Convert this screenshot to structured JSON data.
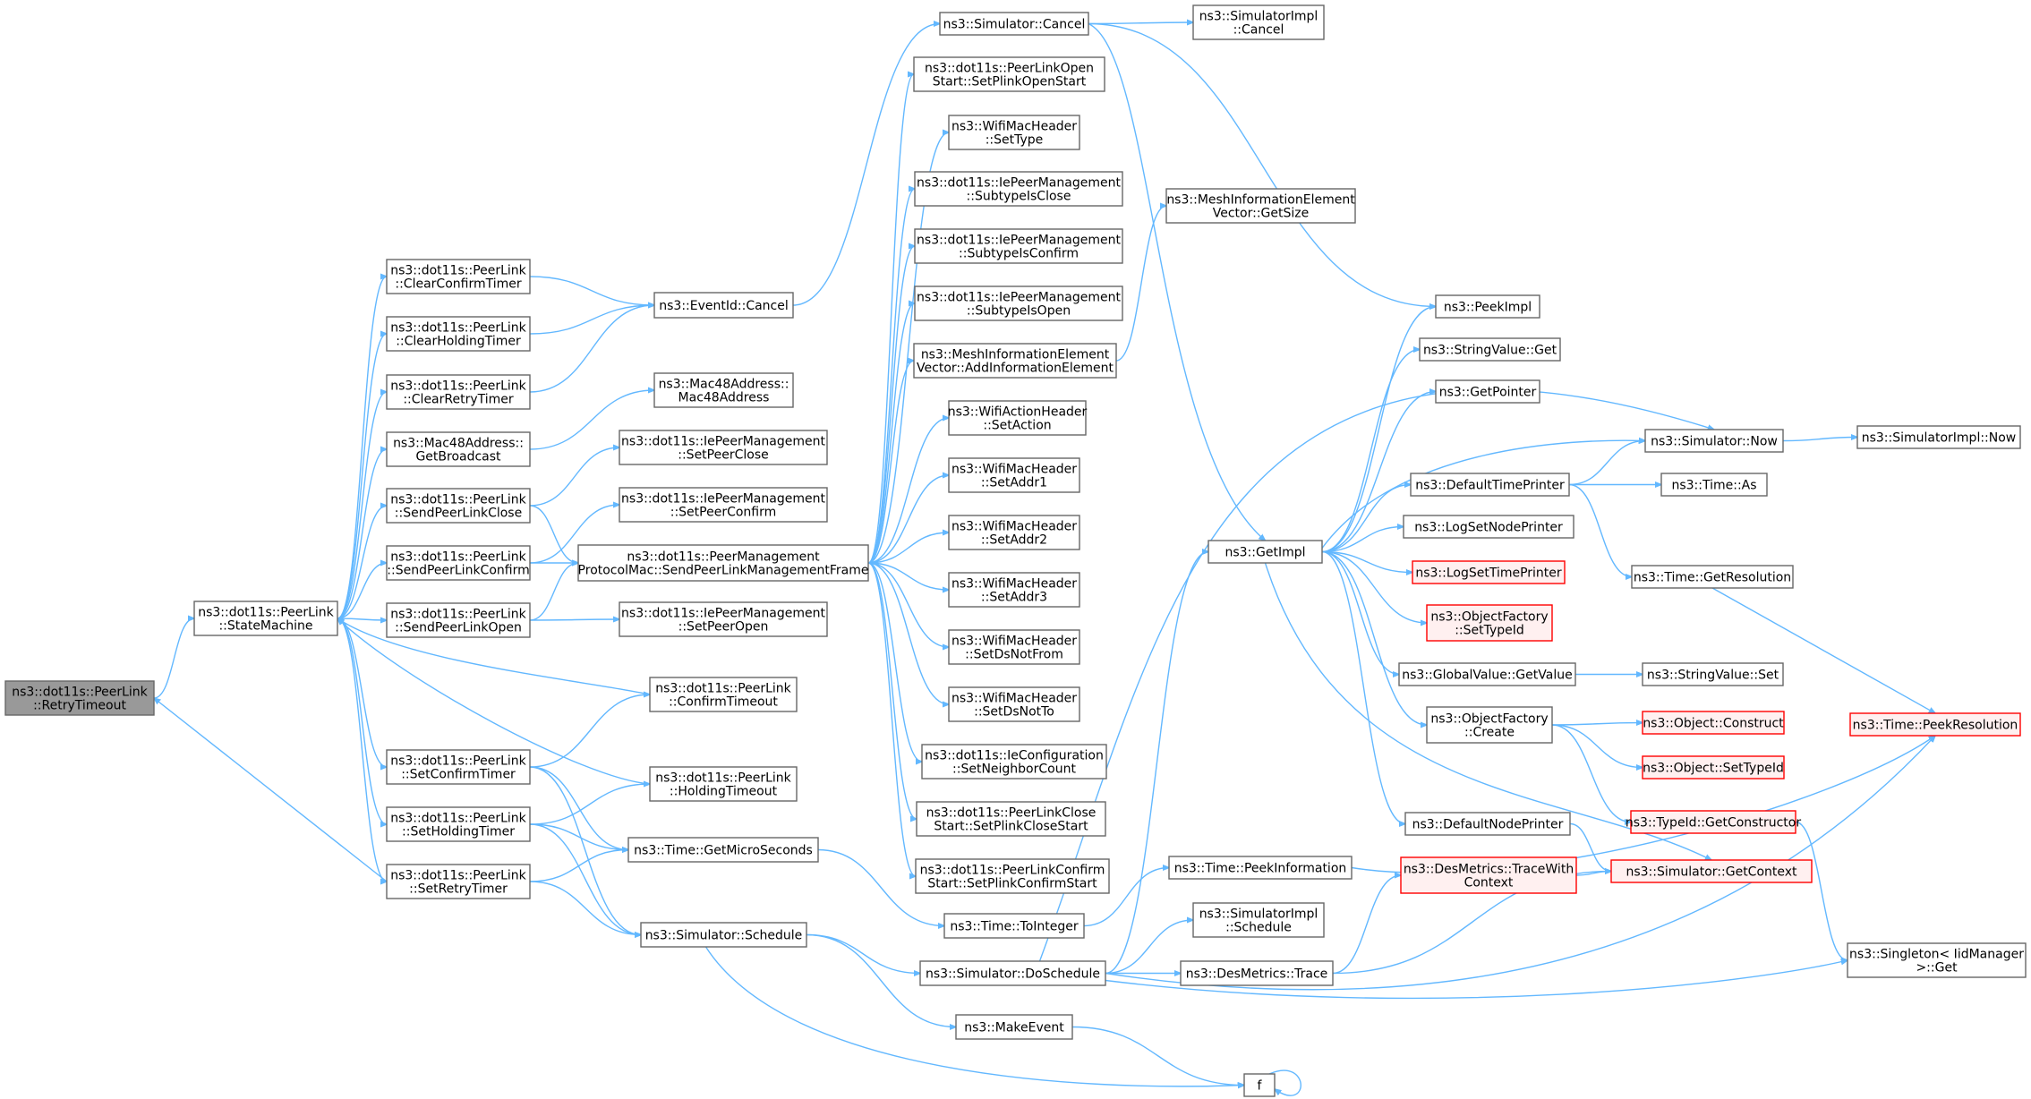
{
  "colors": {
    "edge": "#63b8ff",
    "root_fill": "#999999",
    "node_border": "#666666",
    "missing_border": "#ff0000",
    "missing_fill": "#fff0f0"
  },
  "nodes": [
    {
      "id": "retrytimeout",
      "lines": [
        "ns3::dot11s::PeerLink",
        "::RetryTimeout"
      ],
      "style": "root"
    },
    {
      "id": "statemachine",
      "lines": [
        "ns3::dot11s::PeerLink",
        "::StateMachine"
      ]
    },
    {
      "id": "clearconfirmtimer",
      "lines": [
        "ns3::dot11s::PeerLink",
        "::ClearConfirmTimer"
      ]
    },
    {
      "id": "clearholdingtimer",
      "lines": [
        "ns3::dot11s::PeerLink",
        "::ClearHoldingTimer"
      ]
    },
    {
      "id": "clearretrytimer",
      "lines": [
        "ns3::dot11s::PeerLink",
        "::ClearRetryTimer"
      ]
    },
    {
      "id": "getbroadcast",
      "lines": [
        "ns3::Mac48Address::",
        "GetBroadcast"
      ]
    },
    {
      "id": "sendpeerlinkclose",
      "lines": [
        "ns3::dot11s::PeerLink",
        "::SendPeerLinkClose"
      ]
    },
    {
      "id": "sendpeerlinkconfirm",
      "lines": [
        "ns3::dot11s::PeerLink",
        "::SendPeerLinkConfirm"
      ]
    },
    {
      "id": "sendpeerlinkopen",
      "lines": [
        "ns3::dot11s::PeerLink",
        "::SendPeerLinkOpen"
      ]
    },
    {
      "id": "setconfirmtimer",
      "lines": [
        "ns3::dot11s::PeerLink",
        "::SetConfirmTimer"
      ]
    },
    {
      "id": "setholdingtimer",
      "lines": [
        "ns3::dot11s::PeerLink",
        "::SetHoldingTimer"
      ]
    },
    {
      "id": "setretrytimer",
      "lines": [
        "ns3::dot11s::PeerLink",
        "::SetRetryTimer"
      ]
    },
    {
      "id": "eventidcancel",
      "lines": [
        "ns3::EventId::Cancel"
      ]
    },
    {
      "id": "mac48address",
      "lines": [
        "ns3::Mac48Address::",
        "Mac48Address"
      ]
    },
    {
      "id": "setpeerclose",
      "lines": [
        "ns3::dot11s::IePeerManagement",
        "::SetPeerClose"
      ]
    },
    {
      "id": "setpeerconfirm",
      "lines": [
        "ns3::dot11s::IePeerManagement",
        "::SetPeerConfirm"
      ]
    },
    {
      "id": "sendmgmtframe",
      "lines": [
        "ns3::dot11s::PeerManagement",
        "ProtocolMac::SendPeerLinkManagementFrame"
      ]
    },
    {
      "id": "setpeeropen",
      "lines": [
        "ns3::dot11s::IePeerManagement",
        "::SetPeerOpen"
      ]
    },
    {
      "id": "confirmtimeout",
      "lines": [
        "ns3::dot11s::PeerLink",
        "::ConfirmTimeout"
      ]
    },
    {
      "id": "holdingtimeout",
      "lines": [
        "ns3::dot11s::PeerLink",
        "::HoldingTimeout"
      ]
    },
    {
      "id": "getmicroseconds",
      "lines": [
        "ns3::Time::GetMicroSeconds"
      ]
    },
    {
      "id": "schedule",
      "lines": [
        "ns3::Simulator::Schedule"
      ]
    },
    {
      "id": "simcancel",
      "lines": [
        "ns3::Simulator::Cancel"
      ]
    },
    {
      "id": "setplinkopenstart",
      "lines": [
        "ns3::dot11s::PeerLinkOpen",
        "Start::SetPlinkOpenStart"
      ]
    },
    {
      "id": "settype",
      "lines": [
        "ns3::WifiMacHeader",
        "::SetType"
      ]
    },
    {
      "id": "subtypeisclose",
      "lines": [
        "ns3::dot11s::IePeerManagement",
        "::SubtypeIsClose"
      ]
    },
    {
      "id": "subtypeisconfirm",
      "lines": [
        "ns3::dot11s::IePeerManagement",
        "::SubtypeIsConfirm"
      ]
    },
    {
      "id": "subtypeisopen",
      "lines": [
        "ns3::dot11s::IePeerManagement",
        "::SubtypeIsOpen"
      ]
    },
    {
      "id": "addinfoelement",
      "lines": [
        "ns3::MeshInformationElement",
        "Vector::AddInformationElement"
      ]
    },
    {
      "id": "setaction",
      "lines": [
        "ns3::WifiActionHeader",
        "::SetAction"
      ]
    },
    {
      "id": "setaddr1",
      "lines": [
        "ns3::WifiMacHeader",
        "::SetAddr1"
      ]
    },
    {
      "id": "setaddr2",
      "lines": [
        "ns3::WifiMacHeader",
        "::SetAddr2"
      ]
    },
    {
      "id": "setaddr3",
      "lines": [
        "ns3::WifiMacHeader",
        "::SetAddr3"
      ]
    },
    {
      "id": "setdsnotfrom",
      "lines": [
        "ns3::WifiMacHeader",
        "::SetDsNotFrom"
      ]
    },
    {
      "id": "setdsnotto",
      "lines": [
        "ns3::WifiMacHeader",
        "::SetDsNotTo"
      ]
    },
    {
      "id": "setneighborcount",
      "lines": [
        "ns3::dot11s::IeConfiguration",
        "::SetNeighborCount"
      ]
    },
    {
      "id": "setplinkclosestart",
      "lines": [
        "ns3::dot11s::PeerLinkClose",
        "Start::SetPlinkCloseStart"
      ]
    },
    {
      "id": "setplinkconfirmstart",
      "lines": [
        "ns3::dot11s::PeerLinkConfirm",
        "Start::SetPlinkConfirmStart"
      ]
    },
    {
      "id": "tointeger",
      "lines": [
        "ns3::Time::ToInteger"
      ]
    },
    {
      "id": "doschedule",
      "lines": [
        "ns3::Simulator::DoSchedule"
      ]
    },
    {
      "id": "makeevent",
      "lines": [
        "ns3::MakeEvent"
      ]
    },
    {
      "id": "f",
      "lines": [
        "f"
      ]
    },
    {
      "id": "simimplcancel",
      "lines": [
        "ns3::SimulatorImpl",
        "::Cancel"
      ]
    },
    {
      "id": "getsize",
      "lines": [
        "ns3::MeshInformationElement",
        "Vector::GetSize"
      ]
    },
    {
      "id": "getimpl",
      "lines": [
        "ns3::GetImpl"
      ]
    },
    {
      "id": "peekinformation",
      "lines": [
        "ns3::Time::PeekInformation"
      ]
    },
    {
      "id": "simimplschedule",
      "lines": [
        "ns3::SimulatorImpl",
        "::Schedule"
      ]
    },
    {
      "id": "desmetricstrace",
      "lines": [
        "ns3::DesMetrics::Trace"
      ]
    },
    {
      "id": "peekimpl",
      "lines": [
        "ns3::PeekImpl"
      ]
    },
    {
      "id": "stringvalueget",
      "lines": [
        "ns3::StringValue::Get"
      ]
    },
    {
      "id": "getpointer",
      "lines": [
        "ns3::GetPointer"
      ]
    },
    {
      "id": "defaulttimeprinter",
      "lines": [
        "ns3::DefaultTimePrinter"
      ]
    },
    {
      "id": "logsetnodeprinter",
      "lines": [
        "ns3::LogSetNodePrinter"
      ]
    },
    {
      "id": "logsettimeprinter",
      "lines": [
        "ns3::LogSetTimePrinter"
      ],
      "style": "red"
    },
    {
      "id": "objfactorysettypeid",
      "lines": [
        "ns3::ObjectFactory",
        "::SetTypeId"
      ],
      "style": "red"
    },
    {
      "id": "globalvaluegetvalue",
      "lines": [
        "ns3::GlobalValue::GetValue"
      ]
    },
    {
      "id": "objfactorycreate",
      "lines": [
        "ns3::ObjectFactory",
        "::Create"
      ]
    },
    {
      "id": "defaultnodeprinter",
      "lines": [
        "ns3::DefaultNodePrinter"
      ]
    },
    {
      "id": "tracewithcontext",
      "lines": [
        "ns3::DesMetrics::TraceWith",
        "Context"
      ],
      "style": "red"
    },
    {
      "id": "simnow",
      "lines": [
        "ns3::Simulator::Now"
      ]
    },
    {
      "id": "timeas",
      "lines": [
        "ns3::Time::As"
      ]
    },
    {
      "id": "getresolution",
      "lines": [
        "ns3::Time::GetResolution"
      ]
    },
    {
      "id": "stringvalueset",
      "lines": [
        "ns3::StringValue::Set"
      ]
    },
    {
      "id": "objectconstruct",
      "lines": [
        "ns3::Object::Construct"
      ],
      "style": "red"
    },
    {
      "id": "objectsettypeid",
      "lines": [
        "ns3::Object::SetTypeId"
      ],
      "style": "red"
    },
    {
      "id": "getconstructor",
      "lines": [
        "ns3::TypeId::GetConstructor"
      ],
      "style": "red"
    },
    {
      "id": "getcontext",
      "lines": [
        "ns3::Simulator::GetContext"
      ],
      "style": "red"
    },
    {
      "id": "simimplnow",
      "lines": [
        "ns3::SimulatorImpl::Now"
      ]
    },
    {
      "id": "peekresolution",
      "lines": [
        "ns3::Time::PeekResolution"
      ],
      "style": "red"
    },
    {
      "id": "singletonget",
      "lines": [
        "ns3::Singleton< IidManager",
        ">::Get"
      ]
    }
  ],
  "edges": [
    [
      "retrytimeout",
      "statemachine"
    ],
    [
      "statemachine",
      "clearconfirmtimer"
    ],
    [
      "statemachine",
      "clearholdingtimer"
    ],
    [
      "statemachine",
      "clearretrytimer"
    ],
    [
      "statemachine",
      "getbroadcast"
    ],
    [
      "statemachine",
      "sendpeerlinkclose"
    ],
    [
      "statemachine",
      "sendpeerlinkconfirm"
    ],
    [
      "statemachine",
      "sendpeerlinkopen"
    ],
    [
      "statemachine",
      "setconfirmtimer"
    ],
    [
      "statemachine",
      "setholdingtimer"
    ],
    [
      "statemachine",
      "setretrytimer"
    ],
    [
      "clearconfirmtimer",
      "eventidcancel"
    ],
    [
      "clearholdingtimer",
      "eventidcancel"
    ],
    [
      "clearretrytimer",
      "eventidcancel"
    ],
    [
      "getbroadcast",
      "mac48address"
    ],
    [
      "sendpeerlinkclose",
      "setpeerclose"
    ],
    [
      "sendpeerlinkclose",
      "sendmgmtframe"
    ],
    [
      "sendpeerlinkconfirm",
      "setpeerconfirm"
    ],
    [
      "sendpeerlinkconfirm",
      "sendmgmtframe"
    ],
    [
      "sendpeerlinkopen",
      "sendmgmtframe"
    ],
    [
      "sendpeerlinkopen",
      "setpeeropen"
    ],
    [
      "confirmtimeout",
      "statemachine"
    ],
    [
      "holdingtimeout",
      "statemachine"
    ],
    [
      "setretrytimer",
      "retrytimeout"
    ],
    [
      "setconfirmtimer",
      "confirmtimeout"
    ],
    [
      "setconfirmtimer",
      "getmicroseconds"
    ],
    [
      "setconfirmtimer",
      "schedule"
    ],
    [
      "setholdingtimer",
      "holdingtimeout"
    ],
    [
      "setholdingtimer",
      "getmicroseconds"
    ],
    [
      "setholdingtimer",
      "schedule"
    ],
    [
      "setretrytimer",
      "getmicroseconds"
    ],
    [
      "setretrytimer",
      "schedule"
    ],
    [
      "eventidcancel",
      "simcancel"
    ],
    [
      "sendmgmtframe",
      "setplinkopenstart"
    ],
    [
      "sendmgmtframe",
      "settype"
    ],
    [
      "sendmgmtframe",
      "subtypeisclose"
    ],
    [
      "sendmgmtframe",
      "subtypeisconfirm"
    ],
    [
      "sendmgmtframe",
      "subtypeisopen"
    ],
    [
      "sendmgmtframe",
      "addinfoelement"
    ],
    [
      "sendmgmtframe",
      "setaction"
    ],
    [
      "sendmgmtframe",
      "setaddr1"
    ],
    [
      "sendmgmtframe",
      "setaddr2"
    ],
    [
      "sendmgmtframe",
      "setaddr3"
    ],
    [
      "sendmgmtframe",
      "setdsnotfrom"
    ],
    [
      "sendmgmtframe",
      "setdsnotto"
    ],
    [
      "sendmgmtframe",
      "setneighborcount"
    ],
    [
      "sendmgmtframe",
      "setplinkclosestart"
    ],
    [
      "sendmgmtframe",
      "setplinkconfirmstart"
    ],
    [
      "getmicroseconds",
      "tointeger"
    ],
    [
      "schedule",
      "doschedule"
    ],
    [
      "schedule",
      "makeevent"
    ],
    [
      "schedule",
      "f"
    ],
    [
      "makeevent",
      "f"
    ],
    [
      "f",
      "f"
    ],
    [
      "simcancel",
      "simimplcancel"
    ],
    [
      "simcancel",
      "getimpl"
    ],
    [
      "simcancel",
      "peekimpl"
    ],
    [
      "addinfoelement",
      "getsize"
    ],
    [
      "tointeger",
      "peekinformation"
    ],
    [
      "doschedule",
      "getimpl"
    ],
    [
      "doschedule",
      "simnow"
    ],
    [
      "doschedule",
      "simimplschedule"
    ],
    [
      "doschedule",
      "desmetricstrace"
    ],
    [
      "doschedule",
      "peekresolution"
    ],
    [
      "doschedule",
      "singletonget"
    ],
    [
      "getimpl",
      "peekimpl"
    ],
    [
      "getimpl",
      "stringvalueget"
    ],
    [
      "getimpl",
      "getpointer"
    ],
    [
      "getimpl",
      "defaulttimeprinter"
    ],
    [
      "getimpl",
      "logsetnodeprinter"
    ],
    [
      "getimpl",
      "logsettimeprinter"
    ],
    [
      "getimpl",
      "objfactorysettypeid"
    ],
    [
      "getimpl",
      "globalvaluegetvalue"
    ],
    [
      "getimpl",
      "objfactorycreate"
    ],
    [
      "getimpl",
      "defaultnodeprinter"
    ],
    [
      "getimpl",
      "getcontext"
    ],
    [
      "defaulttimeprinter",
      "simnow"
    ],
    [
      "defaulttimeprinter",
      "timeas"
    ],
    [
      "defaulttimeprinter",
      "getresolution"
    ],
    [
      "simnow",
      "simimplnow"
    ],
    [
      "simnow",
      "getimpl"
    ],
    [
      "globalvaluegetvalue",
      "stringvalueset"
    ],
    [
      "objfactorycreate",
      "objectconstruct"
    ],
    [
      "objfactorycreate",
      "objectsettypeid"
    ],
    [
      "objfactorycreate",
      "getconstructor"
    ],
    [
      "defaultnodeprinter",
      "getcontext"
    ],
    [
      "desmetricstrace",
      "tracewithcontext"
    ],
    [
      "desmetricstrace",
      "getcontext"
    ],
    [
      "tracewithcontext",
      "getcontext"
    ],
    [
      "getresolution",
      "peekresolution"
    ],
    [
      "peekinformation",
      "peekresolution"
    ],
    [
      "getconstructor",
      "singletonget"
    ]
  ]
}
